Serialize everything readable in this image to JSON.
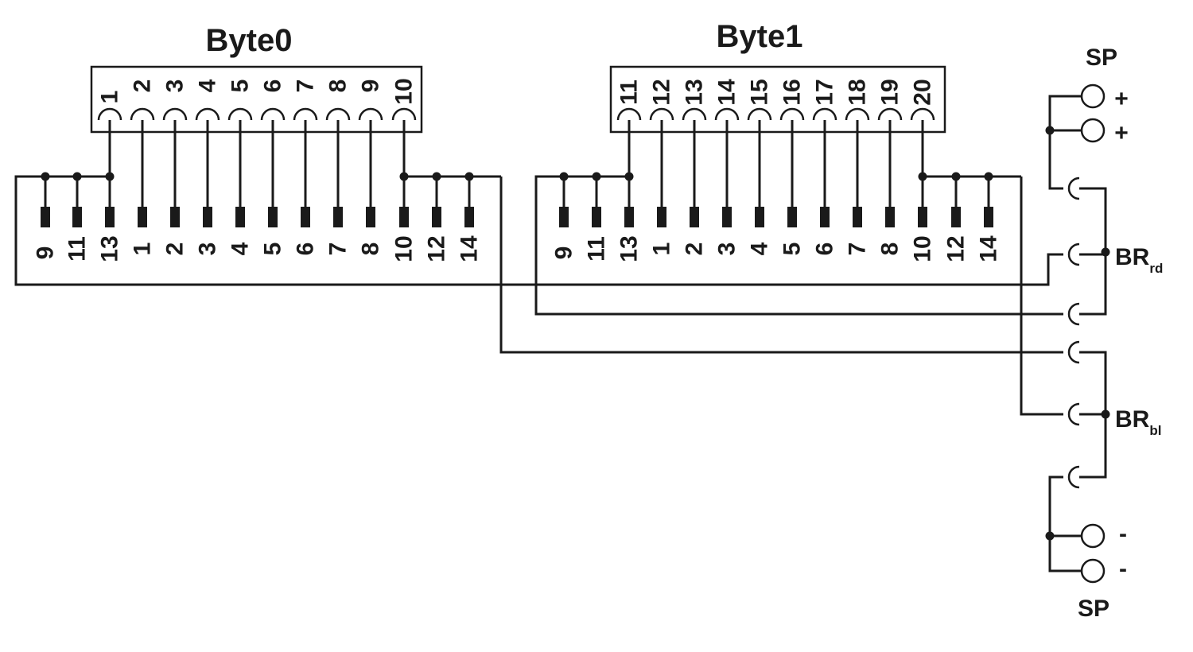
{
  "byte0": {
    "title": "Byte0",
    "top_pins": [
      "1",
      "2",
      "3",
      "4",
      "5",
      "6",
      "7",
      "8",
      "9",
      "10"
    ],
    "bottom_pins": [
      "9",
      "11",
      "13",
      "1",
      "2",
      "3",
      "4",
      "5",
      "6",
      "7",
      "8",
      "10",
      "12",
      "14"
    ]
  },
  "byte1": {
    "title": "Byte1",
    "top_pins": [
      "11",
      "12",
      "13",
      "14",
      "15",
      "16",
      "17",
      "18",
      "19",
      "20"
    ],
    "bottom_pins": [
      "9",
      "11",
      "13",
      "1",
      "2",
      "3",
      "4",
      "5",
      "6",
      "7",
      "8",
      "10",
      "12",
      "14"
    ]
  },
  "right_side": {
    "sp_top": "SP",
    "sp_bottom": "SP",
    "plus": "+",
    "minus": "-",
    "br_main": "BR",
    "br_rd_sub": "rd",
    "br_bl_sub": "bl"
  }
}
